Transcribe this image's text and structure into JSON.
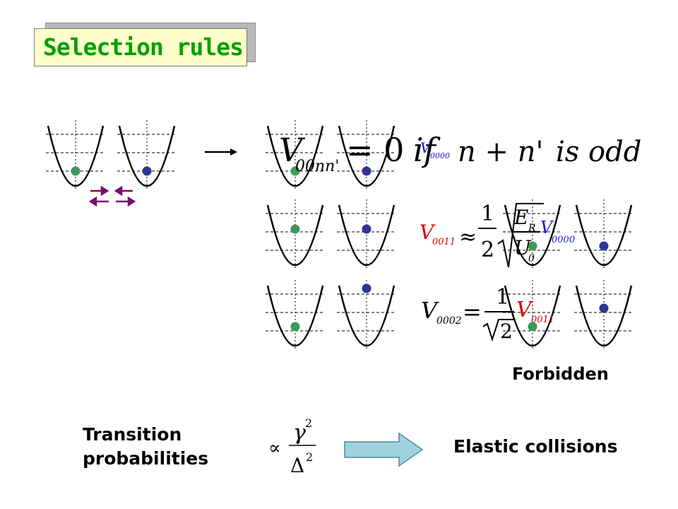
{
  "slide": {
    "title": "Selection rules",
    "forbidden_label": "Forbidden",
    "transition_label_line1": "Transition",
    "transition_label_line2": "probabilities",
    "elastic_label": "Elastic collisions"
  },
  "equations": {
    "eq1": {
      "lhs": "V",
      "lhs_sub": "00nn'",
      "rel": "= 0",
      "cond_if": "if",
      "cond_expr": "n + n'",
      "cond_text": "is odd",
      "overlay": "V",
      "overlay_sub": "0000"
    },
    "eq2": {
      "lhs": "V",
      "lhs_sub": "0011",
      "rel": "≈",
      "frac_num": "1",
      "frac_den": "2",
      "root_num": "E",
      "root_num_sub": "R",
      "root_den": "U",
      "root_den_sub": "0",
      "rhs": "V",
      "rhs_sub": "0000"
    },
    "eq3": {
      "lhs": "V",
      "lhs_sub": "0002",
      "rel": "=",
      "frac_num": "1",
      "root_den": "2",
      "rhs": "V",
      "rhs_sub": "0011"
    },
    "ratio": {
      "approx": "∝",
      "num": "γ",
      "num_exp": "2",
      "den": "Δ",
      "den_exp": "2"
    }
  },
  "colors": {
    "title_text": "#00a000",
    "title_bg": "#ffffcc",
    "green_particle": "#3c9a5a",
    "blue_particle": "#2e3592",
    "red_text": "#e00000",
    "blue_text": "#1a1ad0",
    "purple_arrow": "#7a0a6e",
    "arrow_fill": "#9fd3dc",
    "arrow_stroke": "#4a8aa0"
  }
}
